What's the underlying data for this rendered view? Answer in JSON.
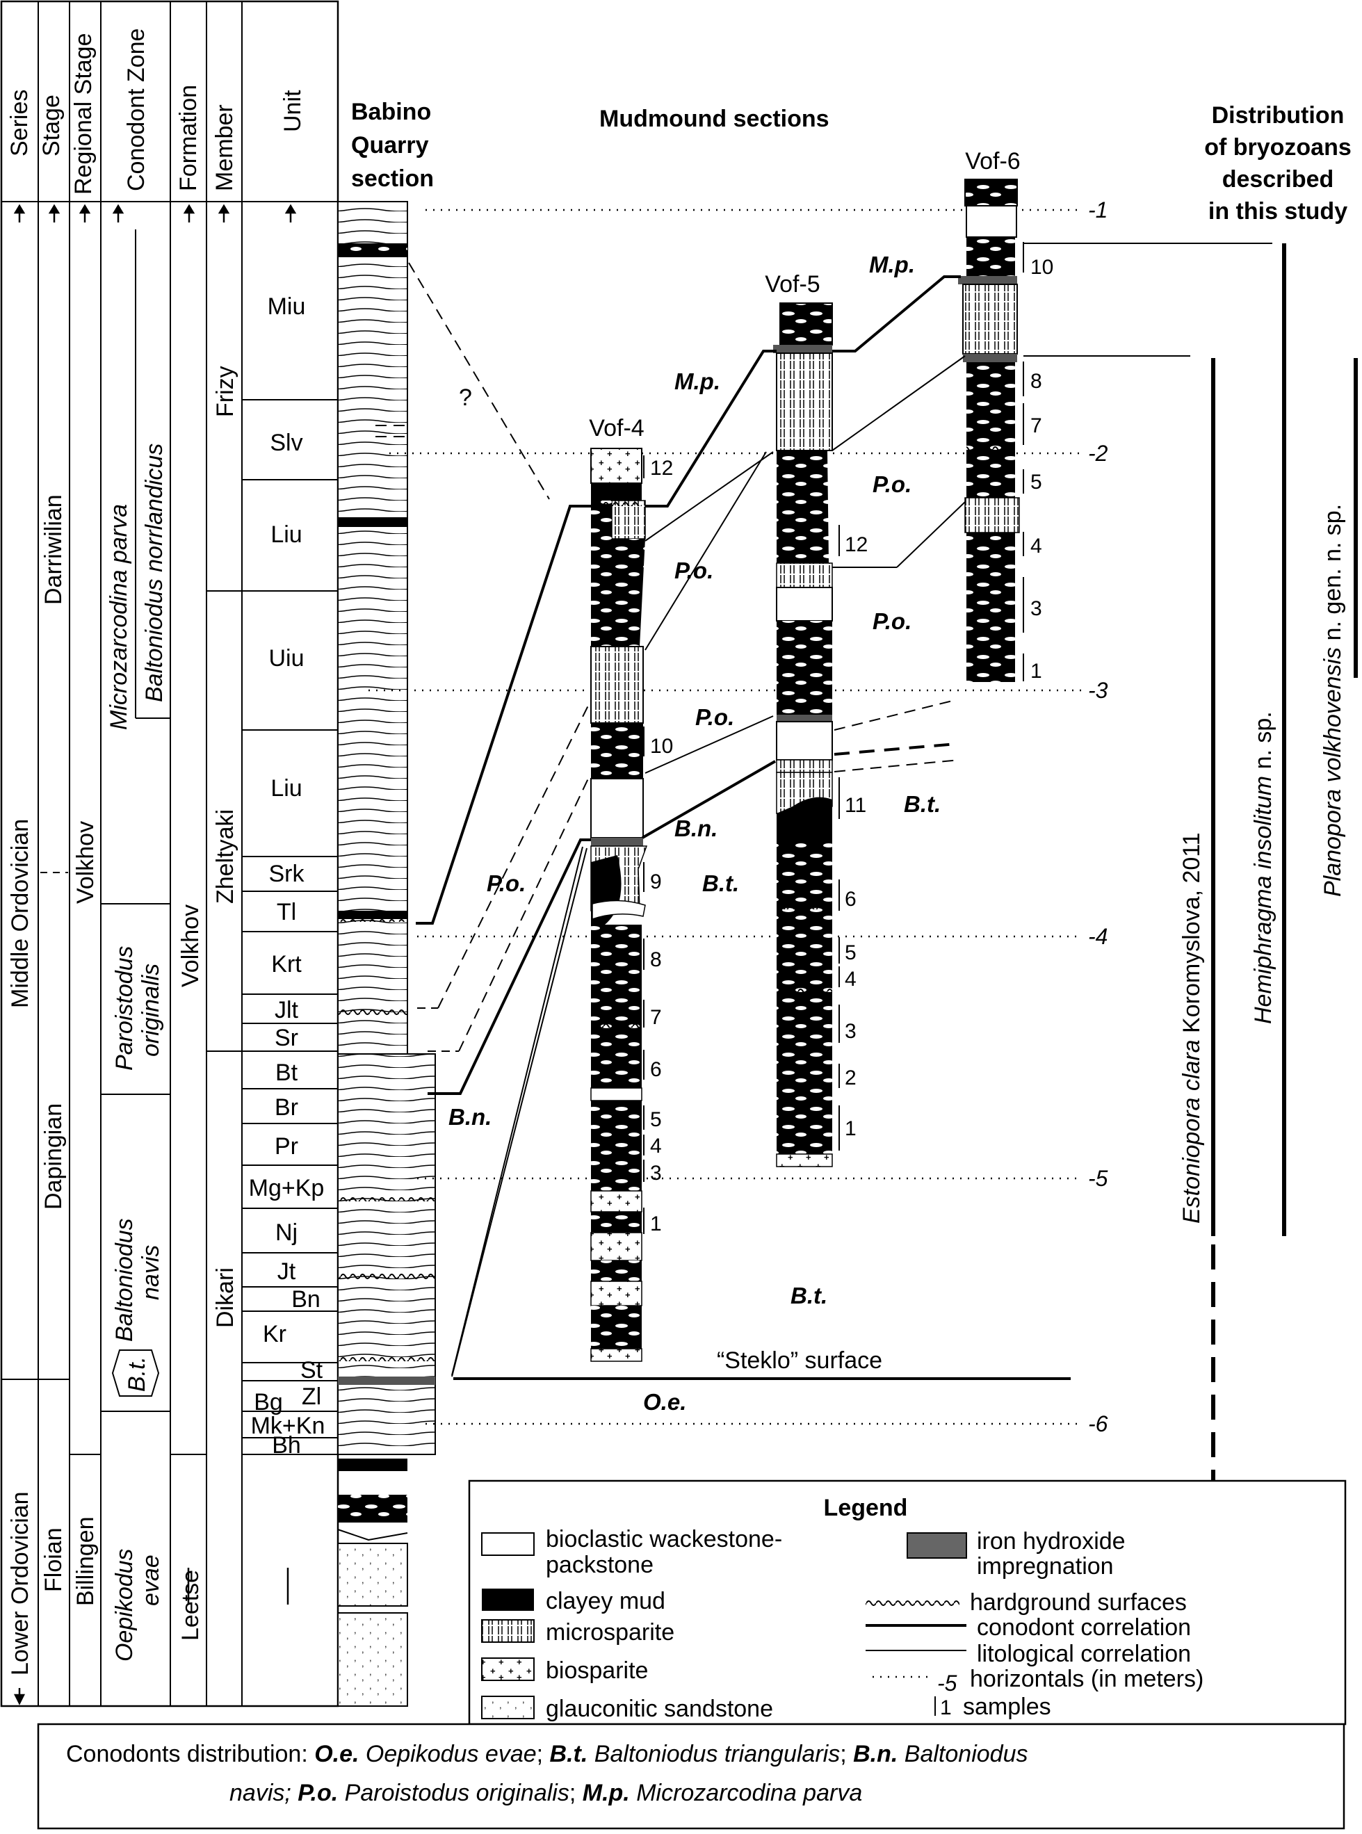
{
  "strat_headers": {
    "series": "Series",
    "stage": "Stage",
    "regional_stage": "Regional Stage",
    "conodont_zone": "Conodont Zone",
    "formation": "Formation",
    "member": "Member",
    "unit": "Unit"
  },
  "series": {
    "middle": "Middle Ordovician",
    "lower": "Lower Ordovician"
  },
  "stages": {
    "darriwilian": "Darriwilian",
    "dapingian": "Dapingian",
    "floian": "Floian"
  },
  "regional_stages": {
    "volkhov": "Volkhov",
    "billingen": "Billingen"
  },
  "conodont_zones": {
    "m_parva": "Microzarcodina parva",
    "b_norrlandicus": "Baltoniodus norrlandicus",
    "p_originalis_1": "Paroistodus",
    "p_originalis_2": "originalis",
    "b_navis_1": "Baltoniodus",
    "b_navis_2": "navis",
    "bt": "B.t.",
    "o_evae_1": "Oepikodus",
    "o_evae_2": "evae"
  },
  "formations": {
    "volkhov": "Volkhov",
    "leetse": "Leetse"
  },
  "members": {
    "frizy": "Frizy",
    "zheltyaki": "Zheltyaki",
    "dikari": "Dikari"
  },
  "units": {
    "miu": "Miu",
    "slv": "Slv",
    "liu1": "Liu",
    "uiu": "Uiu",
    "liu2": "Liu",
    "srk": "Srk",
    "tl": "Tl",
    "krt": "Krt",
    "jlt": "Jlt",
    "sr": "Sr",
    "bt": "Bt",
    "br": "Br",
    "pr": "Pr",
    "mgkp": "Mg+Kp",
    "nj": "Nj",
    "jt": "Jt",
    "bn": "Bn",
    "kr": "Kr",
    "st": "St",
    "zl": "Zl",
    "bg": "Bg",
    "mkkn": "Mk+Kn",
    "bh": "Bh"
  },
  "headings": {
    "babino_1": "Babino",
    "babino_2": "Quarry",
    "babino_3": "section",
    "mudmound": "Mudmound sections",
    "dist_1": "Distribution",
    "dist_2": "of bryozoans",
    "dist_3": "described",
    "dist_4": "in this study"
  },
  "sections": {
    "vof4": "Vof-4",
    "vof5": "Vof-5",
    "vof6": "Vof-6"
  },
  "horizontals": [
    "-1",
    "-2",
    "-3",
    "-4",
    "-5",
    "-6"
  ],
  "samples": {
    "vof4": [
      "12",
      "10",
      "9",
      "8",
      "7",
      "6",
      "5",
      "4",
      "3",
      "1"
    ],
    "vof5": [
      "12",
      "11",
      "6",
      "5",
      "4",
      "3",
      "2",
      "1"
    ],
    "vof6": [
      "10",
      "8",
      "7",
      "5",
      "4",
      "3",
      "1"
    ]
  },
  "zone_labels": {
    "mp": "M.p.",
    "po": "P.o.",
    "bn": "B.n.",
    "bt": "B.t.",
    "oe": "O.e.",
    "steklo": "“Steklo” surface",
    "question": "?"
  },
  "bryozoans": {
    "estoniopora": "Estoniopora clara",
    "estoniopora_author": " Koromyslova, 2011",
    "hemiphragma": "Hemiphragma insolitum",
    "hemiphragma_suffix": " n. sp.",
    "planopora": "Planopora volkhovensis",
    "planopora_suffix": " n. gen. n. sp."
  },
  "legend": {
    "title": "Legend",
    "wackestone_1": "bioclastic wackestone-",
    "wackestone_2": "packstone",
    "clayey": "clayey mud",
    "microsparite": "microsparite",
    "biosparite": "biosparite",
    "glauconitic": "glauconitic sandstone",
    "iron_1": "iron hydroxide",
    "iron_2": "impregnation",
    "hardground": "hardground surfaces",
    "conodont_corr": "conodont correlation",
    "lito_corr": "litological correlation",
    "horizontals": "horizontals (in meters)",
    "horiz_sample": "-5",
    "samples": "samples",
    "samples_sample": "1"
  },
  "caption": {
    "lead": "Conodonts distribution: ",
    "oe_abbr": "O.e.",
    "oe_name": " Oepikodus evae",
    "bt_abbr": "B.t.",
    "bt_name": " Baltoniodus triangularis",
    "bn_abbr": "B.n.",
    "bn_name_1": " Baltoniodus",
    "bn_name_2": "navis; ",
    "po_abbr": "P.o.",
    "po_name": " Paroistodus originalis",
    "mp_abbr": "M.p.",
    "mp_name": " Microzarcodina parva"
  }
}
